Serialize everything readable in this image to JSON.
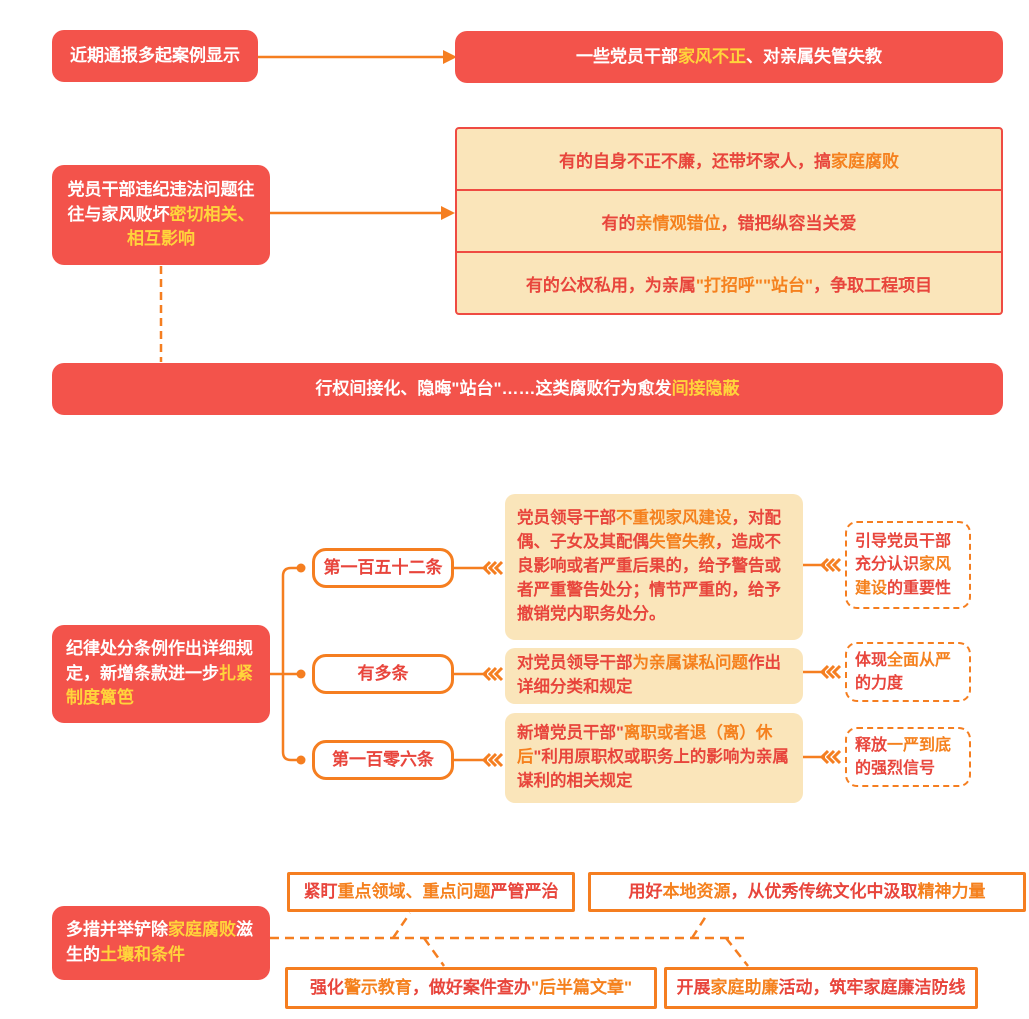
{
  "colors": {
    "white": "#FFFFFF",
    "yellow": "#FFD43B",
    "orange": "#F5811E",
    "red": "#E8453C",
    "red_bg": "#F3534B",
    "cream": "#FAE5BA"
  },
  "top": {
    "source": [
      {
        "t": "近期通报多起案例显示",
        "c": "white"
      }
    ],
    "result": [
      {
        "t": "一些党员干部",
        "c": "white"
      },
      {
        "t": "家风不正",
        "c": "yellow"
      },
      {
        "t": "、对亲属失管失教",
        "c": "white"
      }
    ]
  },
  "problem": {
    "cause": [
      {
        "t": "党员干部违纪违法问题往往与家风败坏",
        "c": "white"
      },
      {
        "t": "密切相关、相互影响",
        "c": "yellow"
      }
    ],
    "examples": [
      [
        {
          "t": "有的自身不正不廉，还带坏家人，搞",
          "c": "red"
        },
        {
          "t": "家庭腐败",
          "c": "orange"
        }
      ],
      [
        {
          "t": "有的",
          "c": "red"
        },
        {
          "t": "亲情观错位",
          "c": "orange"
        },
        {
          "t": "，错把纵容当关爱",
          "c": "red"
        }
      ],
      [
        {
          "t": "有的公权私用，为亲属",
          "c": "red"
        },
        {
          "t": "\"打招呼\"\"站台\"",
          "c": "orange"
        },
        {
          "t": "，争取工程项目",
          "c": "red"
        }
      ]
    ],
    "conclusion": [
      {
        "t": "行权间接化、隐晦\"站台\"……这类腐败行为愈发",
        "c": "white"
      },
      {
        "t": "间接隐蔽",
        "c": "yellow"
      }
    ]
  },
  "regulation": {
    "intro": [
      {
        "t": "纪律处分条例作出详细规定，新增条款进一步",
        "c": "white"
      },
      {
        "t": "扎紧制度篱笆",
        "c": "yellow"
      }
    ],
    "items": [
      {
        "clause": "第一百五十二条",
        "detail": [
          {
            "t": "党员领导干部",
            "c": "red"
          },
          {
            "t": "不重视家风建设",
            "c": "orange"
          },
          {
            "t": "，对配偶、子女及其配偶",
            "c": "red"
          },
          {
            "t": "失管失教",
            "c": "orange"
          },
          {
            "t": "，造成不良影响或者严重后果的，给予警告或者严重警告处分；情节严重的，给予撤销党内职务处分。",
            "c": "red"
          }
        ],
        "significance": [
          {
            "t": "引导党员干部充分认识",
            "c": "red"
          },
          {
            "t": "家风建设",
            "c": "orange"
          },
          {
            "t": "的重要性",
            "c": "red"
          }
        ]
      },
      {
        "clause": "有多条",
        "detail": [
          {
            "t": "对党员领导干部",
            "c": "red"
          },
          {
            "t": "为亲属谋私问题",
            "c": "orange"
          },
          {
            "t": "作出详细分类和规定",
            "c": "red"
          }
        ],
        "significance": [
          {
            "t": "体现",
            "c": "red"
          },
          {
            "t": "全面从严",
            "c": "orange"
          },
          {
            "t": "的力度",
            "c": "red"
          }
        ]
      },
      {
        "clause": "第一百零六条",
        "detail": [
          {
            "t": "新增党员干部\"",
            "c": "red"
          },
          {
            "t": "离职或者退（离）休后",
            "c": "orange"
          },
          {
            "t": "\"利用原职权或职务上的影响为亲属谋利的相关规定",
            "c": "red"
          }
        ],
        "significance": [
          {
            "t": "释放",
            "c": "red"
          },
          {
            "t": "一严到底",
            "c": "orange"
          },
          {
            "t": "的强烈信号",
            "c": "red"
          }
        ]
      }
    ]
  },
  "measures": {
    "intro": [
      {
        "t": "多措并举铲除",
        "c": "white"
      },
      {
        "t": "家庭腐败",
        "c": "yellow"
      },
      {
        "t": "滋生的",
        "c": "white"
      },
      {
        "t": "土壤和条件",
        "c": "yellow"
      }
    ],
    "items": [
      [
        {
          "t": "紧盯",
          "c": "red"
        },
        {
          "t": "重点领域、重点问题",
          "c": "orange"
        },
        {
          "t": "严管严治",
          "c": "red"
        }
      ],
      [
        {
          "t": "用好",
          "c": "red"
        },
        {
          "t": "本地资源",
          "c": "orange"
        },
        {
          "t": "，从优秀传统文化中汲取",
          "c": "red"
        },
        {
          "t": "精神力量",
          "c": "orange"
        }
      ],
      [
        {
          "t": "强化",
          "c": "red"
        },
        {
          "t": "警示教育",
          "c": "orange"
        },
        {
          "t": "，做好案件查办",
          "c": "red"
        },
        {
          "t": "\"后半篇文章\"",
          "c": "orange"
        }
      ],
      [
        {
          "t": "开展",
          "c": "red"
        },
        {
          "t": "家庭助廉",
          "c": "orange"
        },
        {
          "t": "活动，筑牢家庭廉洁防线",
          "c": "red"
        }
      ]
    ]
  }
}
